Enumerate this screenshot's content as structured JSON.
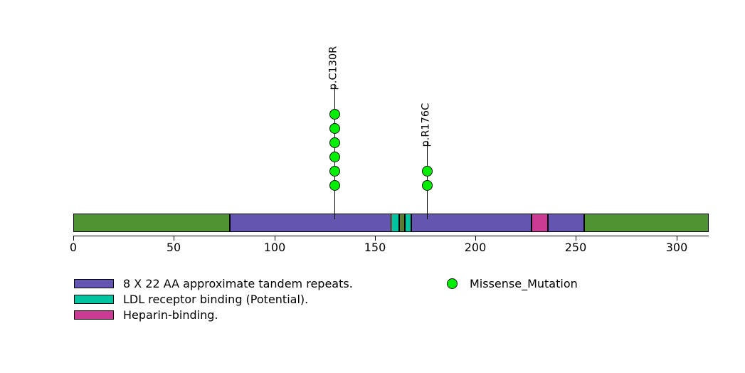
{
  "chart_data": {
    "type": "lollipop",
    "title": "",
    "xlabel": "",
    "ylabel": "",
    "xlim": [
      0,
      316
    ],
    "axis_ticks": [
      {
        "value": 0,
        "label": "0"
      },
      {
        "value": 50,
        "label": "50"
      },
      {
        "value": 100,
        "label": "100"
      },
      {
        "value": 150,
        "label": "150"
      },
      {
        "value": 200,
        "label": "200"
      },
      {
        "value": 250,
        "label": "250"
      },
      {
        "value": 300,
        "label": "300"
      }
    ],
    "protein_length": 316,
    "domains": [
      {
        "name": "backbone-n-term",
        "start": 0,
        "end": 78,
        "color": "#4F9332"
      },
      {
        "name": "8 X 22 AA approximate tandem repeats.",
        "start": 78,
        "end": 158,
        "color": "#6455B0"
      },
      {
        "name": "LDL receptor binding (Potential).",
        "start": 158,
        "end": 162,
        "color": "#00C3A0"
      },
      {
        "name": "ldl-overlap",
        "start": 162,
        "end": 165,
        "color": "#5B7A33"
      },
      {
        "name": "LDL receptor binding (Potential).",
        "start": 165,
        "end": 168,
        "color": "#00C3A0"
      },
      {
        "name": "8 X 22 AA approximate tandem repeats.",
        "start": 168,
        "end": 228,
        "color": "#6455B0"
      },
      {
        "name": "Heparin-binding.",
        "start": 228,
        "end": 236,
        "color": "#CC3B93"
      },
      {
        "name": "8 X 22 AA approximate tandem repeats.",
        "start": 236,
        "end": 254,
        "color": "#6455B0"
      },
      {
        "name": "backbone-c-term",
        "start": 254,
        "end": 316,
        "color": "#4F9332"
      }
    ],
    "mutations": [
      {
        "label": "p.C130R",
        "position": 130,
        "count": 6,
        "type": "Missense_Mutation",
        "color": "#00EE00"
      },
      {
        "label": "p.R176C",
        "position": 176,
        "count": 2,
        "type": "Missense_Mutation",
        "color": "#00EE00"
      }
    ]
  },
  "domain_legend": {
    "items": [
      {
        "label": "8 X 22 AA approximate tandem repeats.",
        "color": "#6455B0"
      },
      {
        "label": "LDL receptor binding (Potential).",
        "color": "#00C3A0"
      },
      {
        "label": "Heparin-binding.",
        "color": "#CC3B93"
      }
    ]
  },
  "mutation_legend": {
    "items": [
      {
        "label": "Missense_Mutation",
        "color": "#00EE00"
      }
    ]
  }
}
